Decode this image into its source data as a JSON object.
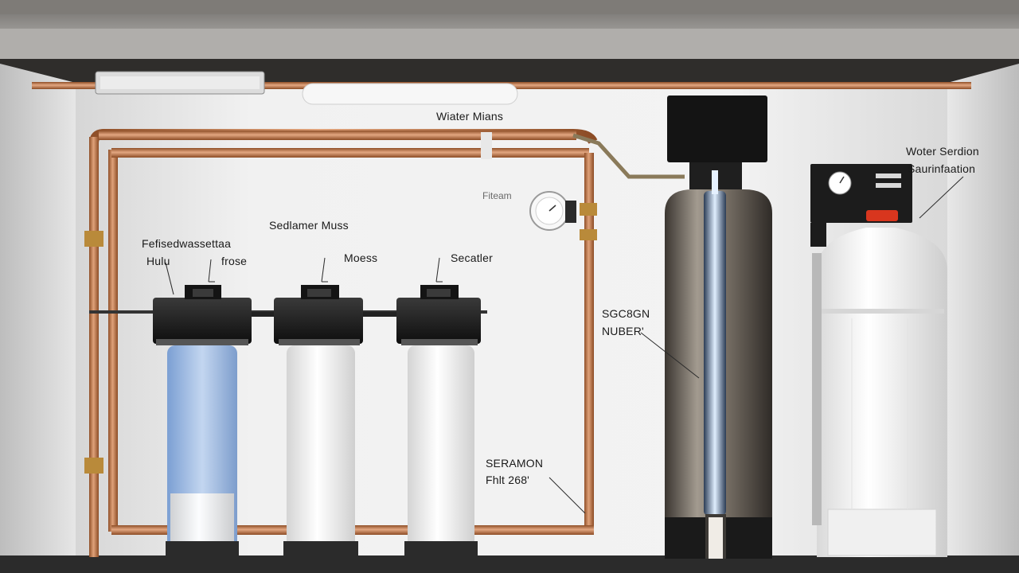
{
  "scene": {
    "description_colors": {
      "wall": "#ebebeb",
      "copper": "#c57a4a",
      "filter_blue": "#a9c4e6",
      "housing_black": "#1e1e1e",
      "ceiling": "#5a5856"
    }
  },
  "labels": {
    "top_pipe": "Wiater Mians",
    "gauge_left": "Fiteam",
    "filter1_line1": "Fefisedwassettaa",
    "filter1_line2_a": "Hulu",
    "filter1_line2_b": "frose",
    "filter_group_top": "Sedlamer Muss",
    "filter2": "Moess",
    "filter3": "Secatler",
    "tank_line1": "SGC8GN",
    "tank_line2": "NUBER'",
    "bottom_line1": "SERAMON",
    "bottom_line2": "Fhlt 268'",
    "softener_line1": "Woter Serdion",
    "softener_line2": "Saurinfaation"
  }
}
